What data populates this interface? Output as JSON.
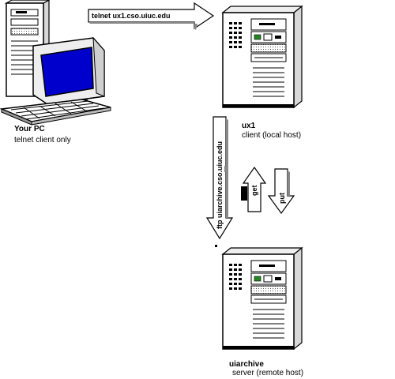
{
  "telnet_arrow": {
    "label": "telnet ux1.cso.uiuc.edu"
  },
  "ftp_arrow": {
    "label": "ftp uiarchive.cso.uiuc.edu"
  },
  "get_arrow": {
    "label": "get"
  },
  "put_arrow": {
    "label": "put"
  },
  "pc": {
    "name": "Your PC",
    "role": "telnet client only"
  },
  "ux1": {
    "name": "ux1",
    "role": "client (local host)"
  },
  "uiarchive": {
    "name": "uiarchive",
    "role": "server (remote host)"
  },
  "colors": {
    "screen": "#0000cc",
    "arrow_fill": "#ffffff",
    "outline": "#000000"
  }
}
